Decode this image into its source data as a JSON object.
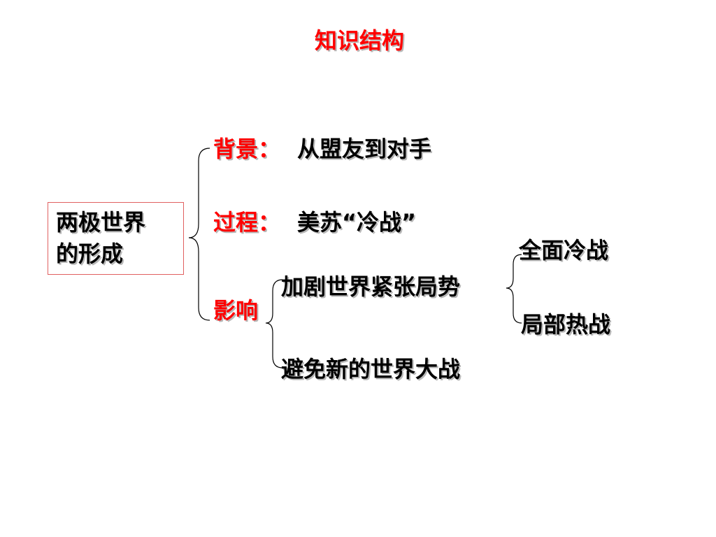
{
  "title": "知识结构",
  "root": {
    "line1": "两极世界",
    "line2": "的形成"
  },
  "branches": {
    "background": {
      "label": "背景：",
      "text": "从盟友到对手"
    },
    "process": {
      "label": "过程：",
      "text": "美苏“冷战”"
    },
    "impact": {
      "label": "影响",
      "children": {
        "aggravate": {
          "text": "加剧世界紧张局势",
          "children": {
            "full_cold_war": "全面冷战",
            "local_hot_war": "局部热战"
          }
        },
        "avoid": "避免新的世界大战"
      }
    }
  },
  "colors": {
    "label_red": "#ff0000",
    "text_black": "#000000",
    "box_border": "#e06060",
    "shadow": "#b8b8b8"
  }
}
